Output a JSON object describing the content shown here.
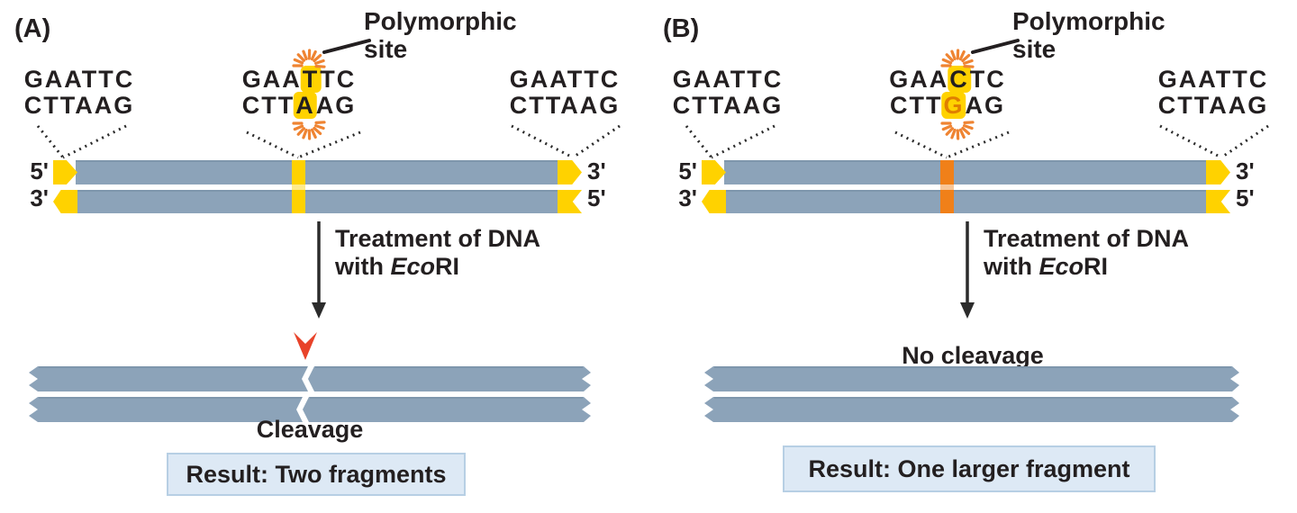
{
  "colors": {
    "strand_blue": "#8ca3b9",
    "strand_edge": "#7e96ac",
    "site_yellow": "#ffd200",
    "polymorphic_stripe_orange": "#f08019",
    "starburst_orange": "#ef8432",
    "cleavage_arrow_red": "#e8432a",
    "mutant_base_orange": "#e07f00",
    "result_box_bg": "#dde9f5",
    "result_box_border": "#b7cfe4",
    "text": "#231f20"
  },
  "icons": {
    "starburst-icon": "orange radial burst marking polymorphic site",
    "treatment-arrow-icon": "black downward arrow",
    "cleavage-arrowhead-icon": "red V arrowhead pointing down",
    "strand-end-arrow": "yellow chevron strand terminus"
  },
  "panels": [
    {
      "label": "(A)",
      "callout": {
        "line1": "Polymorphic",
        "line2": "site"
      },
      "sites": {
        "left": {
          "top": "GAATTC",
          "bottom": "CTTAAG"
        },
        "middle": {
          "top_pre": "GAA",
          "top_hl": "T",
          "top_post": "TC",
          "bottom_pre": "CTT",
          "bottom_hl": "A",
          "bottom_post": "AG"
        },
        "right": {
          "top": "GAATTC",
          "bottom": "CTTAAG"
        }
      },
      "ends": {
        "top_left": "5'",
        "bottom_left": "3'",
        "top_right": "3'",
        "bottom_right": "5'"
      },
      "treatment": {
        "line1": "Treatment of DNA",
        "line2_prefix": "with ",
        "enzyme_italic": "Eco",
        "enzyme_rest": "RI"
      },
      "outcome": "Cleavage",
      "result": "Result: Two fragments"
    },
    {
      "label": "(B)",
      "callout": {
        "line1": "Polymorphic",
        "line2": "site"
      },
      "sites": {
        "left": {
          "top": "GAATTC",
          "bottom": "CTTAAG"
        },
        "middle": {
          "top_pre": "GAA",
          "top_hl": "C",
          "top_post": "TC",
          "bottom_pre": "CTT",
          "bottom_hl": "G",
          "bottom_post": "AG"
        },
        "right": {
          "top": "GAATTC",
          "bottom": "CTTAAG"
        }
      },
      "ends": {
        "top_left": "5'",
        "bottom_left": "3'",
        "top_right": "3'",
        "bottom_right": "5'"
      },
      "treatment": {
        "line1": "Treatment of DNA",
        "line2_prefix": "with ",
        "enzyme_italic": "Eco",
        "enzyme_rest": "RI"
      },
      "outcome": "No cleavage",
      "result": "Result: One larger fragment"
    }
  ]
}
